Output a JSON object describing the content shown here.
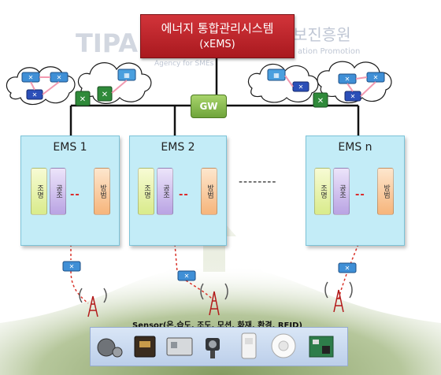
{
  "diagram": {
    "title_line1": "에너지 통합관리시스템",
    "title_line2": "(xEMS)",
    "gateway_label": "GW",
    "ems_units": [
      {
        "name": "EMS 1",
        "sub1": "조명",
        "sub2": "공조",
        "sub3": "방범"
      },
      {
        "name": "EMS 2",
        "sub1": "조명",
        "sub2": "공조",
        "sub3": "방범"
      },
      {
        "name": "EMS n",
        "sub1": "조명",
        "sub2": "공조",
        "sub3": "방범"
      }
    ],
    "ellipsis": "--------",
    "sensor_label": "Sensor(온.습도, 조도, 모션, 화재, 환경, RFID)",
    "sensor_dash": "--"
  },
  "watermark": {
    "logo": "TIPA",
    "korean": "보진흥원",
    "english_line1": "ation Promotion",
    "english_line2": "Agency for SMEs"
  },
  "colors": {
    "title_red": "#c0272d",
    "ems_fill": "#c3ecf7",
    "gw_green": "#8cc152",
    "link_red": "#d9342b",
    "hill_green": "#8ea86a"
  },
  "icons": [
    "cloud-icon",
    "router-icon",
    "switch-icon",
    "antenna-tower-icon",
    "sensor-device-icon"
  ]
}
